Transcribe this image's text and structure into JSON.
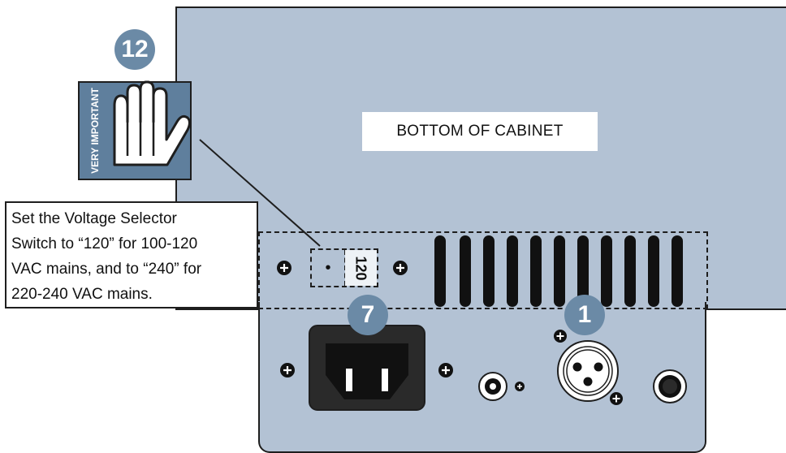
{
  "cabinet": {
    "label": "BOTTOM OF CABINET"
  },
  "callouts": {
    "instruction_lines": [
      "Set the Voltage Selector",
      "Switch to “120” for 100-120",
      "VAC mains, and to “240” for",
      "220-240 VAC mains."
    ]
  },
  "badges": {
    "important": "12",
    "power": "7",
    "input": "1"
  },
  "warning": {
    "label": "VERY IMPORTANT",
    "icon": "hand-stop-icon"
  },
  "voltage_switch": {
    "dot": "•",
    "value": "120"
  },
  "colors": {
    "cabinet": "#b3c2d4",
    "badge": "#6b8aa6",
    "warning": "#5f7f9d",
    "outline": "#1e1e1e",
    "socket": "#111111"
  }
}
